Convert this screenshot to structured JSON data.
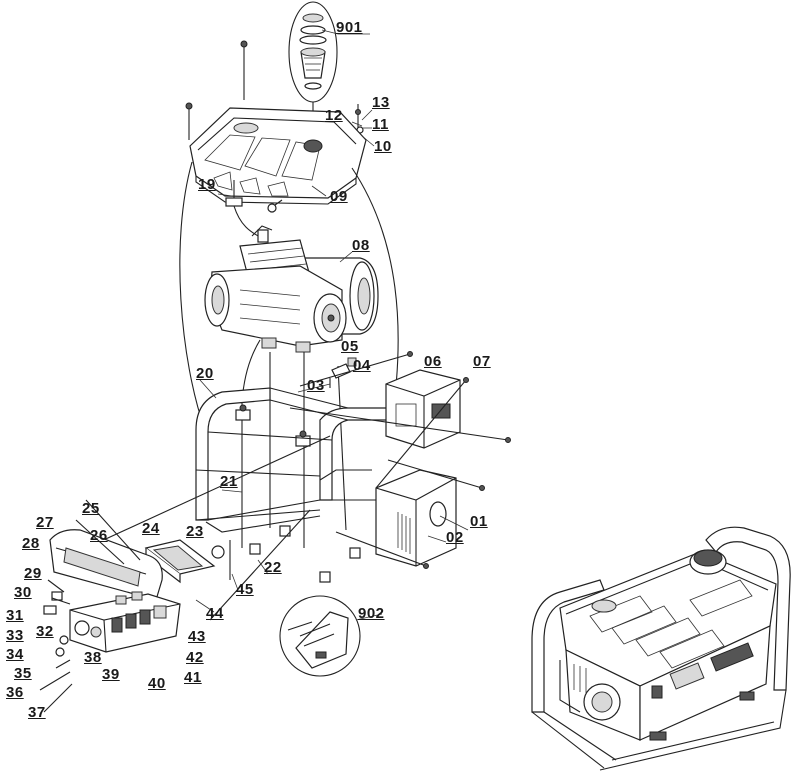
{
  "labels": {
    "p901": "901",
    "p13": "13",
    "p12": "12",
    "p11": "11",
    "p10": "10",
    "p19": "19",
    "p09": "09",
    "p08": "08",
    "p05": "05",
    "p04": "04",
    "p03": "03",
    "p06": "06",
    "p07": "07",
    "p20": "20",
    "p21": "21",
    "p01": "01",
    "p02": "02",
    "p25": "25",
    "p27": "27",
    "p26": "26",
    "p28": "28",
    "p24": "24",
    "p23": "23",
    "p22": "22",
    "p45": "45",
    "p29": "29",
    "p30": "30",
    "p31": "31",
    "p32": "32",
    "p33": "33",
    "p34": "34",
    "p35": "35",
    "p36": "36",
    "p37": "37",
    "p38": "38",
    "p39": "39",
    "p40": "40",
    "p41": "41",
    "p42": "42",
    "p43": "43",
    "p44": "44",
    "p902": "902"
  }
}
